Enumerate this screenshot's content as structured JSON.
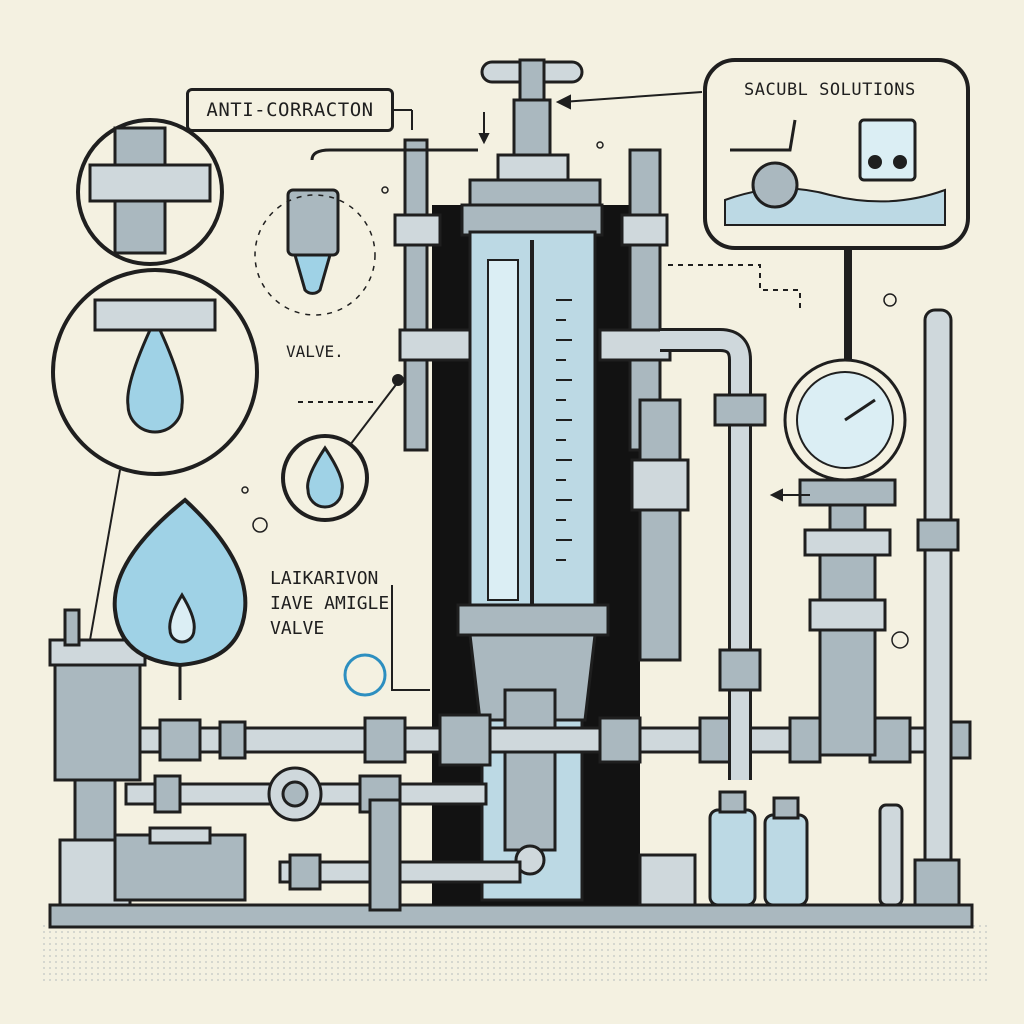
{
  "labels": {
    "anti_corrosion": "ANTI-CORRACTON",
    "callout_title": "SACUBL SOLUTIONS",
    "valve": "VALVE.",
    "angle_valve_line1": "LAIKARIVON",
    "angle_valve_line2": "IAVE AMIGLE",
    "angle_valve_line3": "VALVE"
  },
  "colors": {
    "background": "#f4f1e1",
    "ink": "#1f1f1f",
    "steel": "#aab8bf",
    "steel_light": "#cfd8dc",
    "water": "#9fd2e6",
    "panel_dark": "#121212"
  }
}
